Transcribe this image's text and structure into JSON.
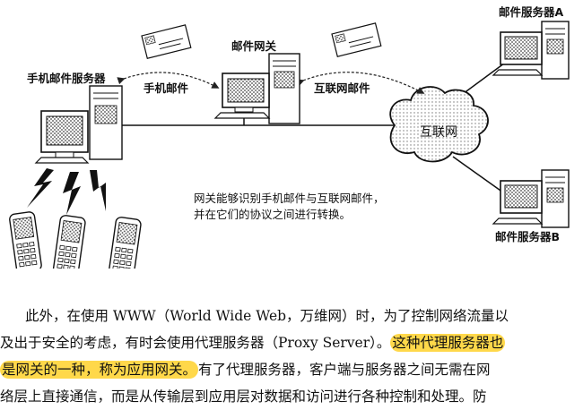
{
  "labels": {
    "mobile_server": "手机邮件服务器",
    "gateway": "邮件网关",
    "mobile_mail": "手机邮件",
    "internet_mail": "互联网邮件",
    "internet": "互联网",
    "server_a": "邮件服务器A",
    "server_b": "邮件服务器B",
    "note_line1": "网关能够识别手机邮件与互联网邮件，",
    "note_line2": "并在它们的协议之间进行转换。"
  },
  "paragraph": {
    "l1": "此外，在使用 WWW（World Wide Web，万维网）时，为了控制网络流量以",
    "l2_a": "及出于安全的考虑，有时会使用代理服务器（Proxy Server）。",
    "l2_hl": "这种代理服务器也",
    "l3_hl": "是网关的一种，称为应用网关。",
    "l3_b": "有了代理服务器，客户端与服务器之间无需在网",
    "l4": "络层上直接通信，而是从传输层到应用层对数据和访问进行各种控制和处理。防"
  },
  "colors": {
    "highlight": "#ffd84a",
    "ink": "#111111"
  }
}
